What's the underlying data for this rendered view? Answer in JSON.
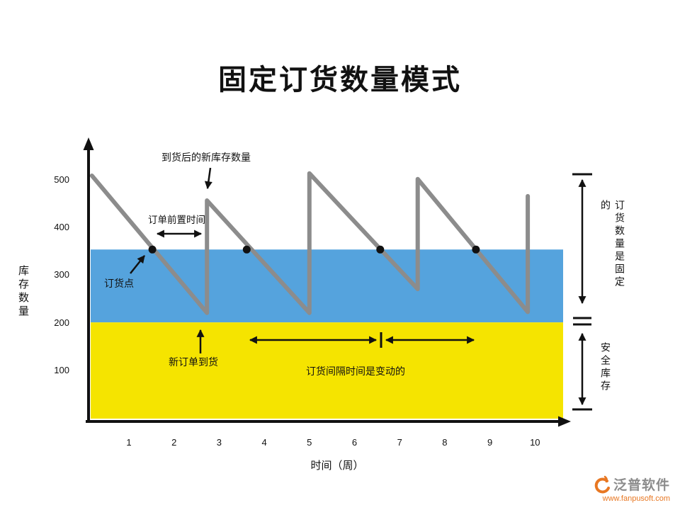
{
  "title": "固定订货数量模式",
  "chart_data": {
    "type": "line",
    "title": "固定订货数量模式",
    "xlabel": "时间（周）",
    "ylabel": "库存数量",
    "x_ticks": [
      "1",
      "2",
      "3",
      "4",
      "5",
      "6",
      "7",
      "8",
      "9",
      "10"
    ],
    "y_ticks": [
      "500",
      "400",
      "300",
      "200",
      "100"
    ],
    "xlim": [
      0,
      10.6
    ],
    "ylim": [
      0,
      580
    ],
    "grid": false,
    "legend": "none",
    "bands": [
      {
        "name": "reorder-zone-band",
        "from": 202,
        "to": 355,
        "color": "#55a3dd"
      },
      {
        "name": "safety-stock-band",
        "from": 0,
        "to": 202,
        "color": "#f5e400"
      }
    ],
    "series": [
      {
        "name": "inventory-level",
        "color": "#8c8c8c",
        "points": [
          [
            0.18,
            510
          ],
          [
            2.73,
            222
          ],
          [
            2.73,
            458
          ],
          [
            5.0,
            222
          ],
          [
            5.0,
            515
          ],
          [
            7.4,
            272
          ],
          [
            7.4,
            503
          ],
          [
            9.84,
            224
          ],
          [
            9.84,
            467
          ]
        ]
      }
    ],
    "reorder_points": {
      "color": "#111111",
      "level": 355,
      "points": [
        [
          1.52,
          355
        ],
        [
          3.61,
          355
        ],
        [
          6.57,
          355
        ],
        [
          8.69,
          355
        ]
      ]
    },
    "annotations": {
      "new_stock_after_arrival": "到货后的新库存数量",
      "order_lead_time": "订单前置时间",
      "reorder_point": "订货点",
      "new_order_arrival": "新订单到货",
      "order_interval_variable": "订货间隔时间是变动的",
      "order_quantity_fixed": "订货数量是固定的",
      "safety_stock": "安全库存"
    }
  },
  "logo": {
    "name": "泛普软件",
    "url": "www.fanpusoft.com",
    "accent_color": "#e87722"
  }
}
